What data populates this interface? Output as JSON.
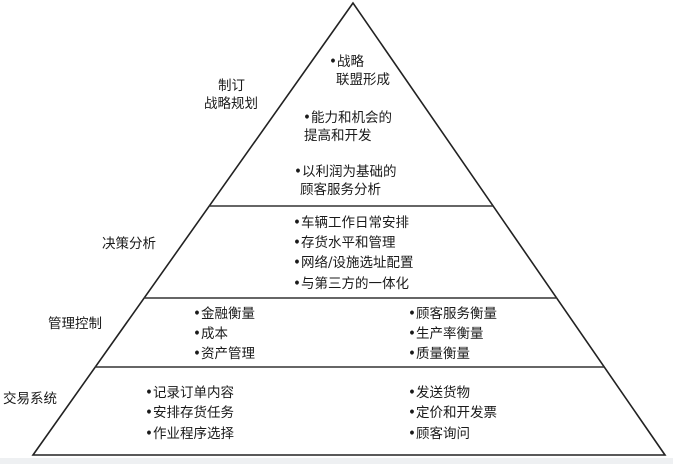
{
  "levels": [
    {
      "label_lines": [
        "制订",
        "战略规划"
      ],
      "items": [
        [
          "•战略",
          "联盟形成"
        ],
        [
          "•能力和机会的",
          "提高和开发"
        ],
        [
          "•以利润为基础的",
          "顾客服务分析"
        ]
      ]
    },
    {
      "label": "决策分析",
      "items": [
        "•车辆工作日常安排",
        "•存货水平和管理",
        "•网络/设施选址配置",
        "•与第三方的一体化"
      ]
    },
    {
      "label": "管理控制",
      "left_items": [
        "•金融衡量",
        "•成本",
        "•资产管理"
      ],
      "right_items": [
        "•顾客服务衡量",
        "•生产率衡量",
        "•质量衡量"
      ]
    },
    {
      "label": "交易系统",
      "left_items": [
        "•记录订单内容",
        "•安排存货任务",
        "•作业程序选择"
      ],
      "right_items": [
        "•发送货物",
        "•定价和开发票",
        "•顾客询问"
      ]
    }
  ]
}
